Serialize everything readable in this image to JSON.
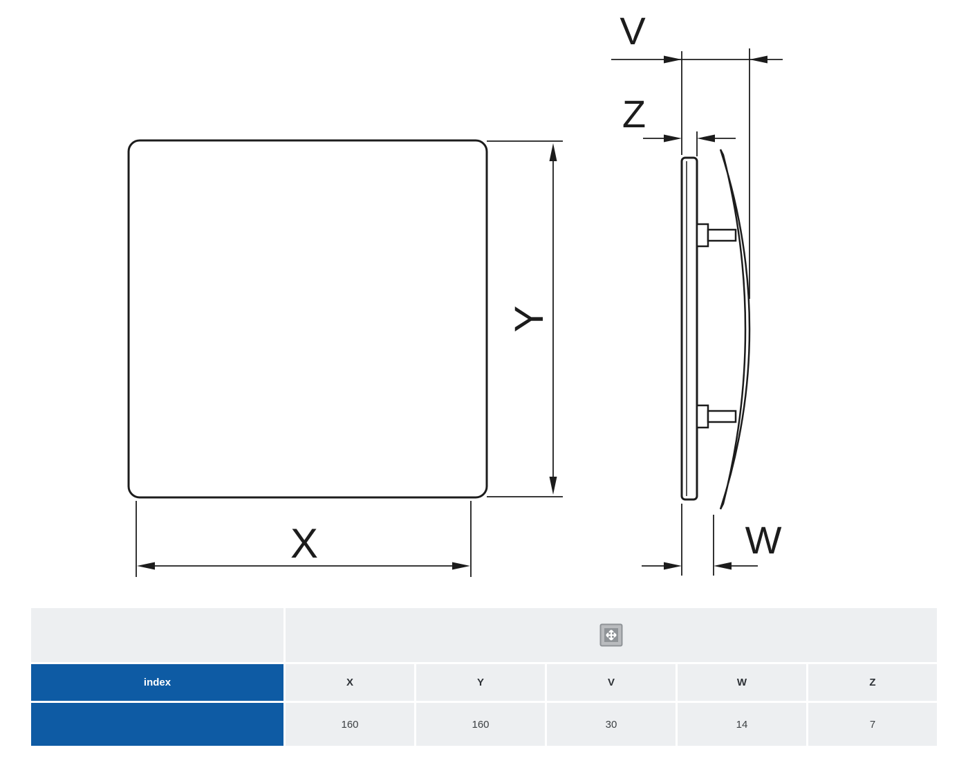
{
  "drawing": {
    "front_view": {
      "label_x": "X",
      "label_y": "Y"
    },
    "side_view": {
      "label_v": "V",
      "label_z": "Z",
      "label_w": "W"
    }
  },
  "table": {
    "index_label": "index",
    "icon": "dimensions-icon",
    "columns": [
      "X",
      "Y",
      "V",
      "W",
      "Z"
    ],
    "values": [
      "160",
      "160",
      "30",
      "14",
      "7"
    ]
  },
  "colors": {
    "accent_blue": "#0e5ba4",
    "cell_gray": "#edeff1",
    "line_black": "#1c1c1c"
  }
}
